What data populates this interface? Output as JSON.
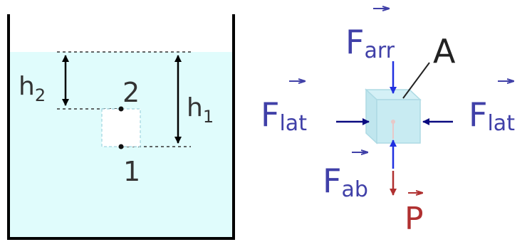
{
  "container": {
    "depth_label_h2": "h",
    "depth_label_h2_sub": "2",
    "depth_label_h1": "h",
    "depth_label_h1_sub": "1",
    "point_top": "2",
    "point_bottom": "1"
  },
  "forces": {
    "top": {
      "base": "F",
      "sub": "arr"
    },
    "left": {
      "base": "F",
      "sub": "lat"
    },
    "right": {
      "base": "F",
      "sub": "lat"
    },
    "bottom": {
      "base": "F",
      "sub": "ab"
    },
    "weight": {
      "base": "P"
    },
    "corner_label": "A"
  },
  "colors": {
    "water": "#e0fcfc",
    "force_label": "#4040a8",
    "force_arrow_blue": "#2030e0",
    "force_arrow_navy": "#0a0a80",
    "weight": "#b03030",
    "cube": "#bfe8f0",
    "cube_edge": "#9fd4e0",
    "text_dark": "#333333"
  }
}
